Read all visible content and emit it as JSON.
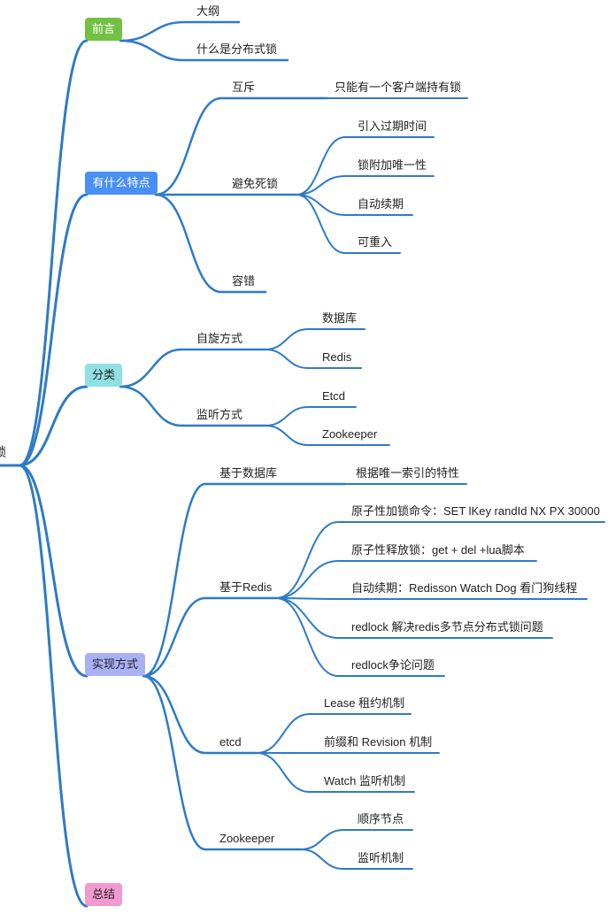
{
  "mindmap": {
    "root": "锁",
    "line_color": "#2e7bc6",
    "branches": [
      {
        "label": "前言",
        "color": "#72c144",
        "text_color": "#ffffff",
        "children": [
          {
            "label": "大纲"
          },
          {
            "label": "什么是分布式锁"
          }
        ]
      },
      {
        "label": "有什么特点",
        "color": "#4a8ff5",
        "text_color": "#ffffff",
        "children": [
          {
            "label": "互斥",
            "children": [
              {
                "label": "只能有一个客户端持有锁"
              }
            ]
          },
          {
            "label": "避免死锁",
            "children": [
              {
                "label": "引入过期时间"
              },
              {
                "label": "锁附加唯一性"
              },
              {
                "label": "自动续期"
              },
              {
                "label": "可重入"
              }
            ]
          },
          {
            "label": "容错"
          }
        ]
      },
      {
        "label": "分类",
        "color": "#90dfe2",
        "text_color": "#222222",
        "children": [
          {
            "label": "自旋方式",
            "children": [
              {
                "label": "数据库"
              },
              {
                "label": "Redis"
              }
            ]
          },
          {
            "label": "监听方式",
            "children": [
              {
                "label": "Etcd"
              },
              {
                "label": "Zookeeper"
              }
            ]
          }
        ]
      },
      {
        "label": "实现方式",
        "color": "#aab0f4",
        "text_color": "#222222",
        "children": [
          {
            "label": "基于数据库",
            "children": [
              {
                "label": "根据唯一索引的特性"
              }
            ]
          },
          {
            "label": "基于Redis",
            "children": [
              {
                "label": "原子性加锁命令：SET lKey randId NX PX 30000"
              },
              {
                "label": "原子性释放锁：get + del +lua脚本"
              },
              {
                "label": "自动续期：Redisson Watch Dog 看门狗线程"
              },
              {
                "label": "redlock 解决redis多节点分布式锁问题"
              },
              {
                "label": "redlock争论问题"
              }
            ]
          },
          {
            "label": "etcd",
            "children": [
              {
                "label": "Lease 租约机制"
              },
              {
                "label": "前缀和 Revision 机制"
              },
              {
                "label": "Watch 监听机制"
              }
            ]
          },
          {
            "label": "Zookeeper",
            "children": [
              {
                "label": "顺序节点"
              },
              {
                "label": "监听机制"
              }
            ]
          }
        ]
      },
      {
        "label": "总结",
        "color": "#f29ad0",
        "text_color": "#222222",
        "children": []
      }
    ]
  }
}
